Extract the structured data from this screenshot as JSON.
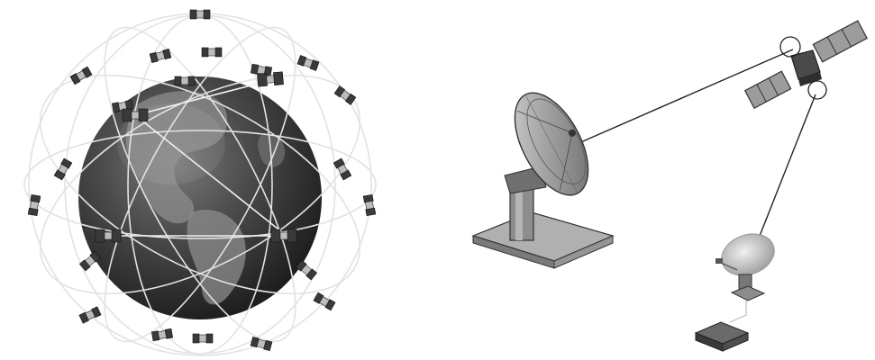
{
  "figure": {
    "panels": [
      {
        "id": "left",
        "subject": "satellite-constellation-globe"
      },
      {
        "id": "right",
        "subject": "satellite-ground-station-link"
      }
    ]
  },
  "colors": {
    "background": "#ffffff",
    "globe_dark": "#2a2a2a",
    "globe_mid": "#5a5a5a",
    "orbit_line": "#e6e6e6",
    "satellite_panel": "#3a3a3a",
    "equipment_gray": "#8a8a8a",
    "light_dish": "#cfcfcf"
  }
}
